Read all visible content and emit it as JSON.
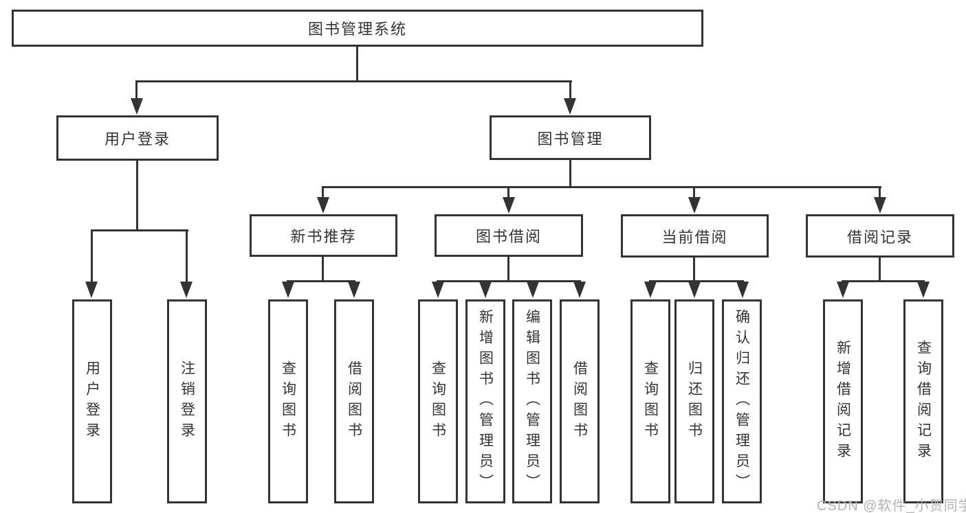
{
  "diagram": {
    "type": "hierarchy",
    "root": {
      "label": "图书管理系统"
    },
    "branches": [
      {
        "label": "用户登录",
        "children": [
          {
            "label": "用户登录"
          },
          {
            "label": "注销登录"
          }
        ]
      },
      {
        "label": "图书管理",
        "children": [
          {
            "label": "新书推荐",
            "children": [
              {
                "label": "查询图书"
              },
              {
                "label": "借阅图书"
              }
            ]
          },
          {
            "label": "图书借阅",
            "children": [
              {
                "label": "查询图书"
              },
              {
                "label": "新增图书（管理员）"
              },
              {
                "label": "编辑图书（管理员）"
              },
              {
                "label": "借阅图书"
              }
            ]
          },
          {
            "label": "当前借阅",
            "children": [
              {
                "label": "查询图书"
              },
              {
                "label": "归还图书"
              },
              {
                "label": "确认归还（管理员）"
              }
            ]
          },
          {
            "label": "借阅记录",
            "children": [
              {
                "label": "新增借阅记录"
              },
              {
                "label": "查询借阅记录"
              }
            ]
          }
        ]
      }
    ]
  },
  "watermark": {
    "text": "CSDN @软件_小贺同学"
  },
  "colors": {
    "line": "#333333",
    "text": "#333333",
    "box_fill": "#ffffff",
    "watermark": "#b3b3b3"
  }
}
